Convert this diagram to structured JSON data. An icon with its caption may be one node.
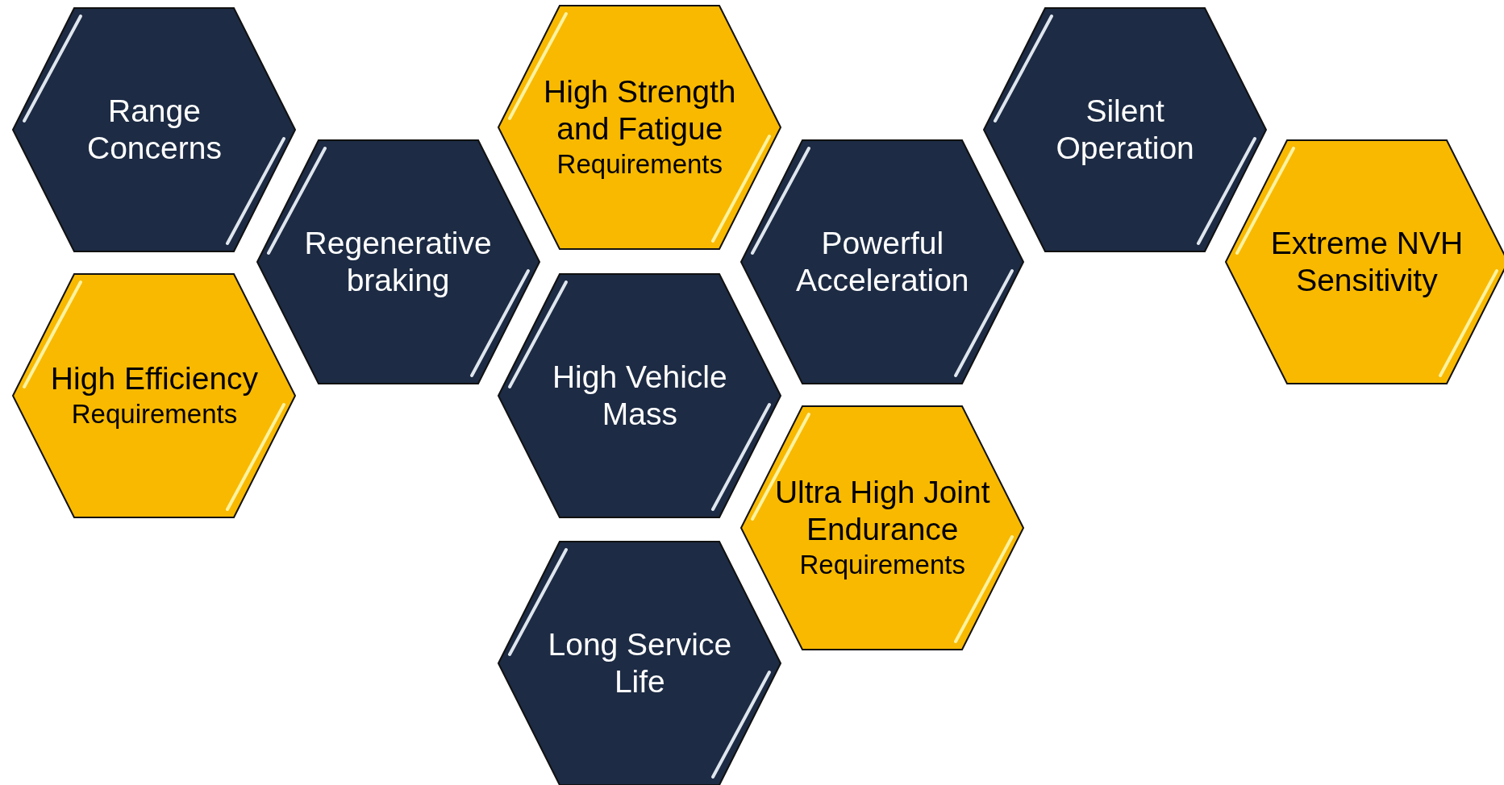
{
  "diagram": {
    "nodes": [
      {
        "text": [
          "Range Concerns"
        ]
      },
      {
        "text": [
          "High Strength and Fatigue",
          "Requirements"
        ]
      },
      {
        "text": [
          "Silent Operation"
        ]
      },
      {
        "text": [
          "Regenerative braking"
        ]
      },
      {
        "text": [
          "Powerful Acceleration"
        ]
      },
      {
        "text": [
          "Extreme NVH Sensitivity"
        ]
      },
      {
        "text": [
          "High Efficiency",
          "Requirements"
        ]
      },
      {
        "text": [
          "High Vehicle Mass"
        ]
      },
      {
        "text": [
          "Ultra High Joint Endurance",
          "Requirements"
        ]
      },
      {
        "text": [
          "Long Service Life"
        ]
      }
    ]
  }
}
